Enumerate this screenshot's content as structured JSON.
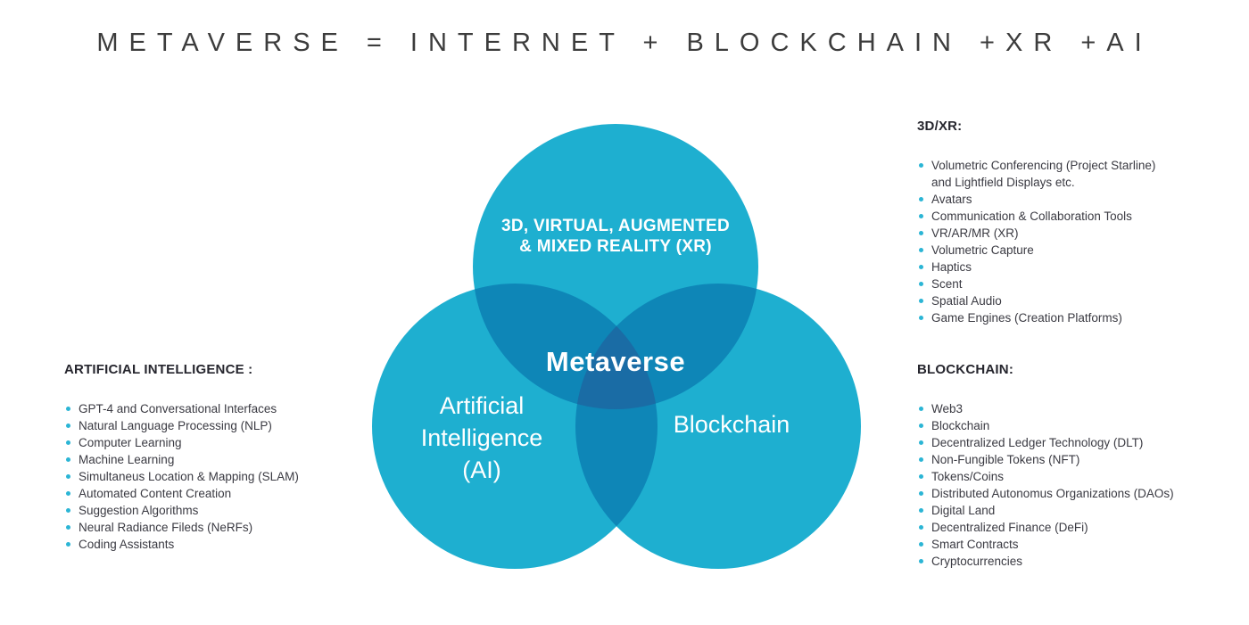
{
  "title": "METAVERSE = INTERNET + BLOCKCHAIN +XR +AI",
  "colors": {
    "background": "#FFFFFF",
    "circle_fill": "#1EAFD0",
    "overlap_two": "#0E86B7",
    "overlap_three": "#1A6CA5",
    "bullet": "#2BB5D5",
    "heading_text": "#26262E",
    "body_text": "#3A3A42",
    "venn_label_text": "#FFFFFF",
    "title_text": "#3C3C3C"
  },
  "venn": {
    "top_label": "3D, VIRTUAL, AUGMENTED\n& MIXED REALITY (XR)",
    "center_label": "Metaverse",
    "left_label": "Artificial\nIntelligence\n(AI)",
    "right_label": "Blockchain"
  },
  "lists": {
    "xr": {
      "heading": "3D/XR:",
      "items": [
        "Volumetric Conferencing (Project Starline)\nand Lightfield Displays etc.",
        "Avatars",
        "Communication & Collaboration Tools",
        "VR/AR/MR (XR)",
        "Volumetric Capture",
        "Haptics",
        "Scent",
        "Spatial Audio",
        "Game Engines (Creation Platforms)"
      ]
    },
    "ai": {
      "heading": "ARTIFICIAL INTELLIGENCE :",
      "items": [
        "GPT-4 and Conversational Interfaces",
        "Natural Language Processing (NLP)",
        "Computer Learning",
        "Machine Learning",
        "Simultaneus Location & Mapping (SLAM)",
        "Automated Content Creation",
        "Suggestion Algorithms",
        "Neural Radiance Fileds (NeRFs)",
        "Coding Assistants"
      ]
    },
    "blockchain": {
      "heading": "BLOCKCHAIN:",
      "items": [
        "Web3",
        "Blockchain",
        "Decentralized Ledger Technology (DLT)",
        "Non-Fungible Tokens (NFT)",
        "Tokens/Coins",
        "Distributed Autonomus Organizations (DAOs)",
        "Digital Land",
        "Decentralized Finance (DeFi)",
        "Smart Contracts",
        "Cryptocurrencies"
      ]
    }
  }
}
